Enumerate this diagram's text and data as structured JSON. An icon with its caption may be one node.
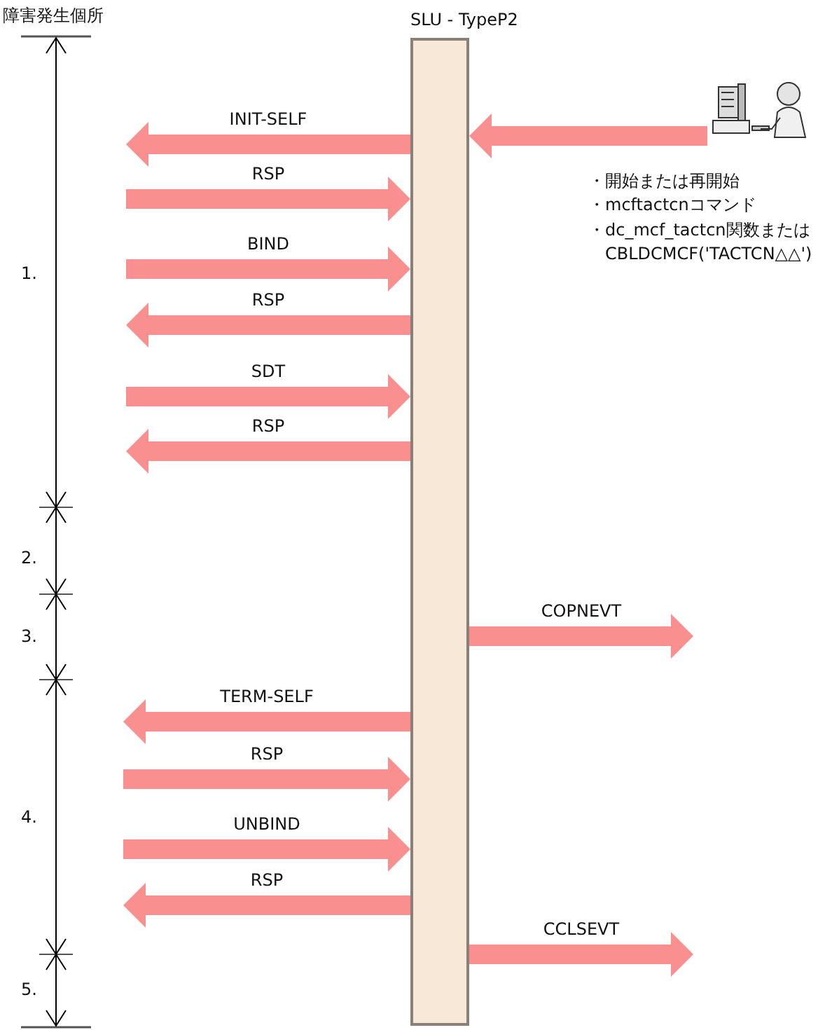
{
  "diagram": {
    "nodes": [
      {
        "text": [
          "SLU - TypeP2"
        ]
      },
      {
        "text": [],
        "shape": "picture"
      }
    ],
    "edges": [
      {
        "from": 1,
        "to": 0,
        "arrow": "to"
      },
      {
        "from": 0,
        "to": null,
        "arrow": "to",
        "label": "INIT-SELF"
      },
      {
        "from": null,
        "to": 0,
        "arrow": "to",
        "label": "RSP"
      },
      {
        "from": null,
        "to": 0,
        "arrow": "to",
        "label": "BIND"
      },
      {
        "from": 0,
        "to": null,
        "arrow": "to",
        "label": "RSP"
      },
      {
        "from": null,
        "to": 0,
        "arrow": "to",
        "label": "SDT"
      },
      {
        "from": 0,
        "to": null,
        "arrow": "to",
        "label": "RSP"
      },
      {
        "from": 0,
        "to": null,
        "arrow": "to",
        "label": "COPNEVT"
      },
      {
        "from": 0,
        "to": null,
        "arrow": "to",
        "label": "TERM-SELF"
      },
      {
        "from": null,
        "to": 0,
        "arrow": "to",
        "label": "RSP"
      },
      {
        "from": null,
        "to": 0,
        "arrow": "to",
        "label": "UNBIND"
      },
      {
        "from": 0,
        "to": null,
        "arrow": "to",
        "label": "RSP"
      },
      {
        "from": 0,
        "to": null,
        "arrow": "to",
        "label": "CCLSEVT"
      }
    ],
    "labels": [
      "障害発生個所",
      "・開始または再開始",
      "・mcftactcnコマンド",
      "・dc_mcf_tactcn関数または CBLDCMCF('TACTCN△△')",
      "1.",
      "2.",
      "3.",
      "4.",
      "5."
    ]
  }
}
